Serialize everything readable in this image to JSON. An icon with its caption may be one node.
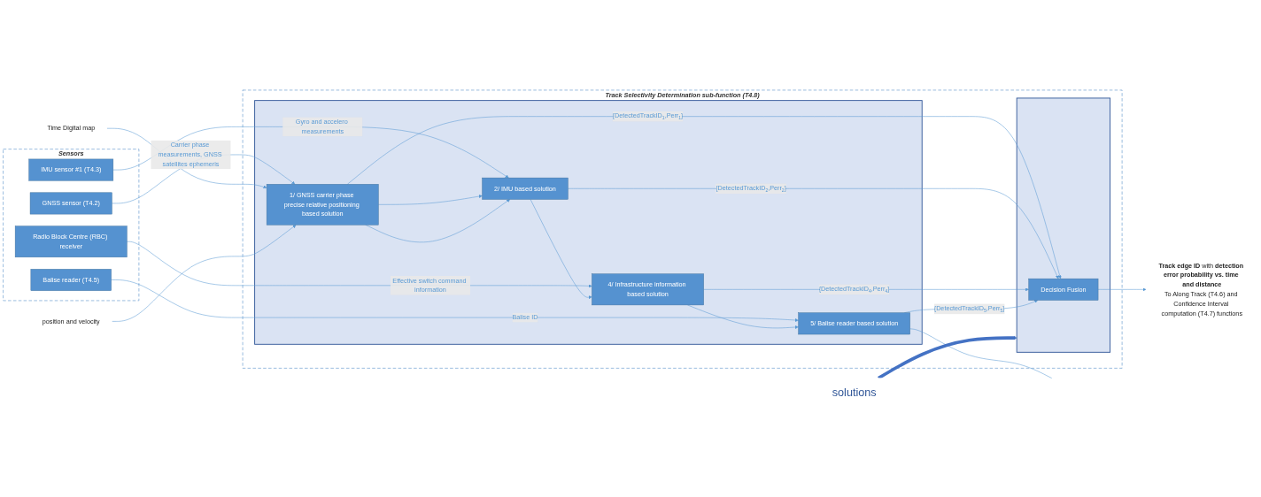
{
  "diagram": {
    "nodes": [
      {
        "text": [
          "Sensors"
        ]
      },
      {
        "text": [
          "GNSS sensor (T4.2)"
        ],
        "in": 0
      },
      {
        "text": [
          "IMU sensor #1 (T4.3)"
        ],
        "in": 0
      },
      {
        "text": [
          "Radio Block Centre (RBC) receiver"
        ],
        "in": 0
      },
      {
        "text": [
          "Balise reader (T4.5)"
        ],
        "in": 0
      },
      {
        "text": [
          "Time Digital map"
        ]
      },
      {
        "text": [
          "position and velocity"
        ]
      },
      {
        "text": [
          "solutions"
        ]
      },
      {
        "text": [
          "Track Selectivity Determination sub-function (T4.8)"
        ]
      },
      {
        "text": [],
        "shape": "box",
        "in": 8
      },
      {
        "text": [
          "1/ GNSS carrier phase precise relative positioning based solution"
        ],
        "in": 9
      },
      {
        "text": [
          "2/ IMU based solution"
        ],
        "in": 9
      },
      {
        "text": [
          "4/ Infrastructure information based solution"
        ],
        "in": 9
      },
      {
        "text": [
          "5/ Balise reader based solution"
        ],
        "in": 9
      },
      {
        "text": [],
        "shape": "box",
        "in": 8
      },
      {
        "text": [
          "Decision Fusion"
        ],
        "in": 14
      },
      {
        "text": [
          "**Track edge ID** with **detection error probability vs. time and distance**",
          "To Along Track (T4.6) and Confidence Interval computation (T4.7) functions"
        ]
      }
    ],
    "edges": [
      {
        "from": 1,
        "to": 10,
        "arrow": "to",
        "label": "Carrier phase measurements, GNSS satellites ephemeris"
      },
      {
        "from": 2,
        "to": 11,
        "arrow": "to",
        "label": "Gyro and accelero measurements"
      },
      {
        "from": 3,
        "to": 12,
        "arrow": "to",
        "label": "Effective switch command information"
      },
      {
        "from": 4,
        "to": 13,
        "arrow": "to",
        "label": "Balise ID"
      },
      {
        "from": 5,
        "to": 10,
        "arrow": "to"
      },
      {
        "from": 6,
        "to": 10,
        "arrow": "to"
      },
      {
        "from": 10,
        "to": 11,
        "arrow": "to"
      },
      {
        "from": 10,
        "to": 11,
        "arrow": "to"
      },
      {
        "from": 11,
        "to": 12,
        "arrow": "to"
      },
      {
        "from": 12,
        "to": 13,
        "arrow": "to"
      },
      {
        "from": 13,
        "to": null,
        "arrow": "none"
      },
      {
        "from": 10,
        "to": 15,
        "arrow": "to",
        "label": "{DetectedTrackID$_{1}$,Perr$_{1}$}"
      },
      {
        "from": 11,
        "to": 15,
        "arrow": "to",
        "label": "{DetectedTrackID$_{2}$,Perr$_{2}$}"
      },
      {
        "from": 12,
        "to": 15,
        "arrow": "to",
        "label": "{DetectedTrackID$_{4}$,Perr$_{4}$}"
      },
      {
        "from": 13,
        "to": 15,
        "arrow": "to",
        "label": "{DetectedTrackID$_{5}$,Perr$_{5}$}"
      },
      {
        "from": 7,
        "to": 14,
        "arrow": "to",
        "style": "thick",
        "color": "#4472c4"
      },
      {
        "from": 15,
        "to": 16,
        "arrow": "to"
      }
    ]
  }
}
